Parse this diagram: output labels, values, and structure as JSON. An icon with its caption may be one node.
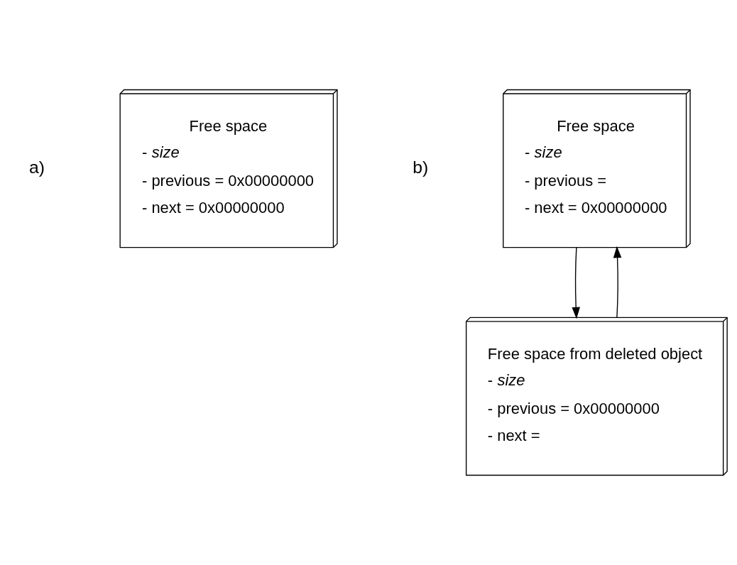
{
  "diagram": {
    "nodes": [
      {
        "text": [
          "Free space",
          "- *size*",
          "- previous = 0x00000000",
          "- next = 0x00000000"
        ]
      },
      {
        "text": [
          "Free space from deleted object",
          "- *size*",
          "- previous = 0x00000000",
          "- next ="
        ]
      },
      {
        "text": [
          "Free space",
          "- *size*",
          "- previous =",
          "- next = 0x00000000"
        ]
      }
    ],
    "edges": [
      {
        "from": 1,
        "to": 2,
        "arrow": "to"
      },
      {
        "from": 2,
        "to": 1,
        "arrow": "to"
      }
    ],
    "labels": [
      "a)",
      "b)"
    ]
  }
}
